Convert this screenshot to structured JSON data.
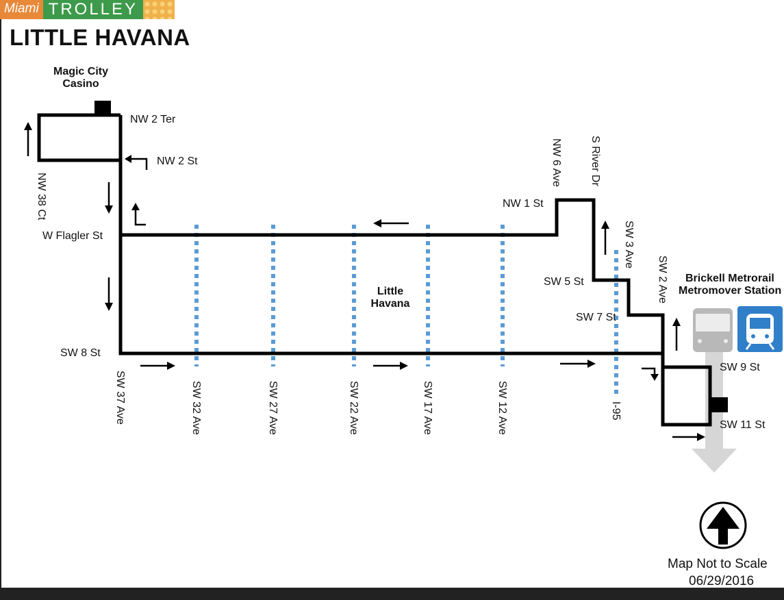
{
  "header": {
    "logo_left": "Miami",
    "logo_right": "TROLLEY",
    "title": "LITTLE HAVANA"
  },
  "landmarks": {
    "casino_line1": "Magic City",
    "casino_line2": "Casino",
    "brickell_line1": "Brickell Metrorail",
    "brickell_line2": "Metromover Station",
    "neighborhood_line1": "Little",
    "neighborhood_line2": "Havana"
  },
  "streets": {
    "nw_2_ter": "NW 2 Ter",
    "nw_2_st": "NW 2 St",
    "w_flagler": "W Flagler St",
    "sw_8_st": "SW 8 St",
    "nw_1_st": "NW 1 St",
    "sw_5_st": "SW 5 St",
    "sw_7_st": "SW 7 St",
    "sw_9_st": "SW 9 St",
    "sw_11_st": "SW 11 St",
    "nw_38_ct": "NW 38 Ct",
    "sw_37_ave": "SW 37 Ave",
    "sw_32_ave": "SW 32 Ave",
    "sw_27_ave": "SW 27 Ave",
    "sw_22_ave": "SW 22 Ave",
    "sw_17_ave": "SW 17 Ave",
    "sw_12_ave": "SW 12 Ave",
    "i_95": "I-95",
    "nw_6_ave": "NW 6 Ave",
    "s_river_dr": "S River Dr",
    "sw_3_ave": "SW 3 Ave",
    "sw_2_ave": "SW 2 Ave"
  },
  "footer": {
    "scale_note": "Map Not to Scale",
    "date": "06/29/2016"
  },
  "colors": {
    "route": "#000000",
    "cross_street_dots": "#5b9bd5",
    "metromover_icon": "#2f7fc9",
    "bus_icon": "#b8b8b8",
    "south_arrow": "#d6d6d6"
  },
  "icons": [
    "bus-icon",
    "metromover-icon",
    "north-arrow-icon",
    "direction-arrow-icon"
  ]
}
